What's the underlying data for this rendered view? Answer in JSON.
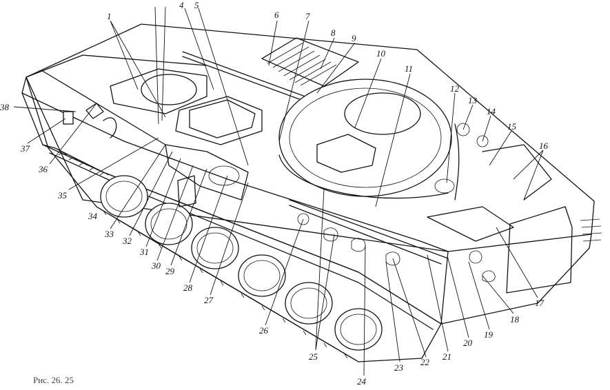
{
  "figure": {
    "caption": "Рис. 26. 25",
    "callouts": [
      {
        "label": "1"
      },
      {
        "label": "4"
      },
      {
        "label": "5"
      },
      {
        "label": "6"
      },
      {
        "label": "7"
      },
      {
        "label": "8"
      },
      {
        "label": "9"
      },
      {
        "label": "10"
      },
      {
        "label": "11"
      },
      {
        "label": "12"
      },
      {
        "label": "13"
      },
      {
        "label": "14"
      },
      {
        "label": "15"
      },
      {
        "label": "16"
      },
      {
        "label": "17"
      },
      {
        "label": "18"
      },
      {
        "label": "19"
      },
      {
        "label": "20"
      },
      {
        "label": "21"
      },
      {
        "label": "22"
      },
      {
        "label": "23"
      },
      {
        "label": "24"
      },
      {
        "label": "25"
      },
      {
        "label": "26"
      },
      {
        "label": "27"
      },
      {
        "label": "28"
      },
      {
        "label": "29"
      },
      {
        "label": "30"
      },
      {
        "label": "31"
      },
      {
        "label": "32"
      },
      {
        "label": "33"
      },
      {
        "label": "34"
      },
      {
        "label": "35"
      },
      {
        "label": "36"
      },
      {
        "label": "37"
      },
      {
        "label": "38"
      }
    ]
  }
}
